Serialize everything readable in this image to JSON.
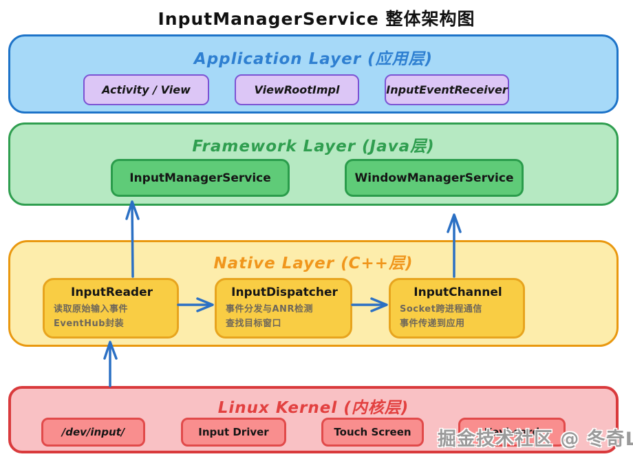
{
  "title": "InputManagerService 整体架构图",
  "watermark": "掘金技术社区 @ 冬奇Lab",
  "colors": {
    "app_layer_fill": "#a6d9f8",
    "app_layer_border": "#1d73c8",
    "app_title": "#2e7fd1",
    "app_box_fill": "#dcc6f6",
    "app_box_border": "#7b52d3",
    "framework_layer_fill": "#b6e9c2",
    "framework_layer_border": "#2f9e4f",
    "framework_title": "#2f9e4f",
    "framework_box_fill": "#5fcb78",
    "native_layer_fill": "#fdedab",
    "native_layer_border": "#e9980f",
    "native_title": "#f0961c",
    "native_box_fill": "#f9cd44",
    "native_box_subtext": "#6e675a",
    "kernel_layer_fill": "#f9c1c4",
    "kernel_layer_border": "#d93a3c",
    "kernel_title": "#e2403f",
    "kernel_box_fill": "#f98e8e",
    "arrow": "#2b70c4"
  },
  "layers": [
    {
      "id": "application",
      "title": "Application Layer (应用层)",
      "boxes": [
        {
          "label": "Activity / View"
        },
        {
          "label": "ViewRootImpl"
        },
        {
          "label": "InputEventReceiver"
        }
      ]
    },
    {
      "id": "framework",
      "title": "Framework Layer (Java层)",
      "boxes": [
        {
          "label": "InputManagerService"
        },
        {
          "label": "WindowManagerService"
        }
      ]
    },
    {
      "id": "native",
      "title": "Native Layer (C++层)",
      "boxes": [
        {
          "label": "InputReader",
          "details": [
            "读取原始输入事件",
            "EventHub封装"
          ]
        },
        {
          "label": "InputDispatcher",
          "details": [
            "事件分发与ANR检测",
            "查找目标窗口"
          ]
        },
        {
          "label": "InputChannel",
          "details": [
            "Socket跨进程通信",
            "事件传递到应用"
          ]
        }
      ]
    },
    {
      "id": "kernel",
      "title": "Linux Kernel (内核层)",
      "boxes": [
        {
          "label": "/dev/input/"
        },
        {
          "label": "Input Driver"
        },
        {
          "label": "Touch Screen"
        },
        {
          "label": "Keyboard"
        }
      ]
    }
  ],
  "arrows": [
    {
      "name": "inputreader-to-inputmanagerservice",
      "direction": "up"
    },
    {
      "name": "inputchannel-to-windowmanagerservice",
      "direction": "up"
    },
    {
      "name": "kernel-to-inputreader",
      "direction": "up"
    },
    {
      "name": "inputreader-to-inputdispatcher",
      "direction": "right"
    },
    {
      "name": "inputdispatcher-to-inputchannel",
      "direction": "right"
    }
  ]
}
